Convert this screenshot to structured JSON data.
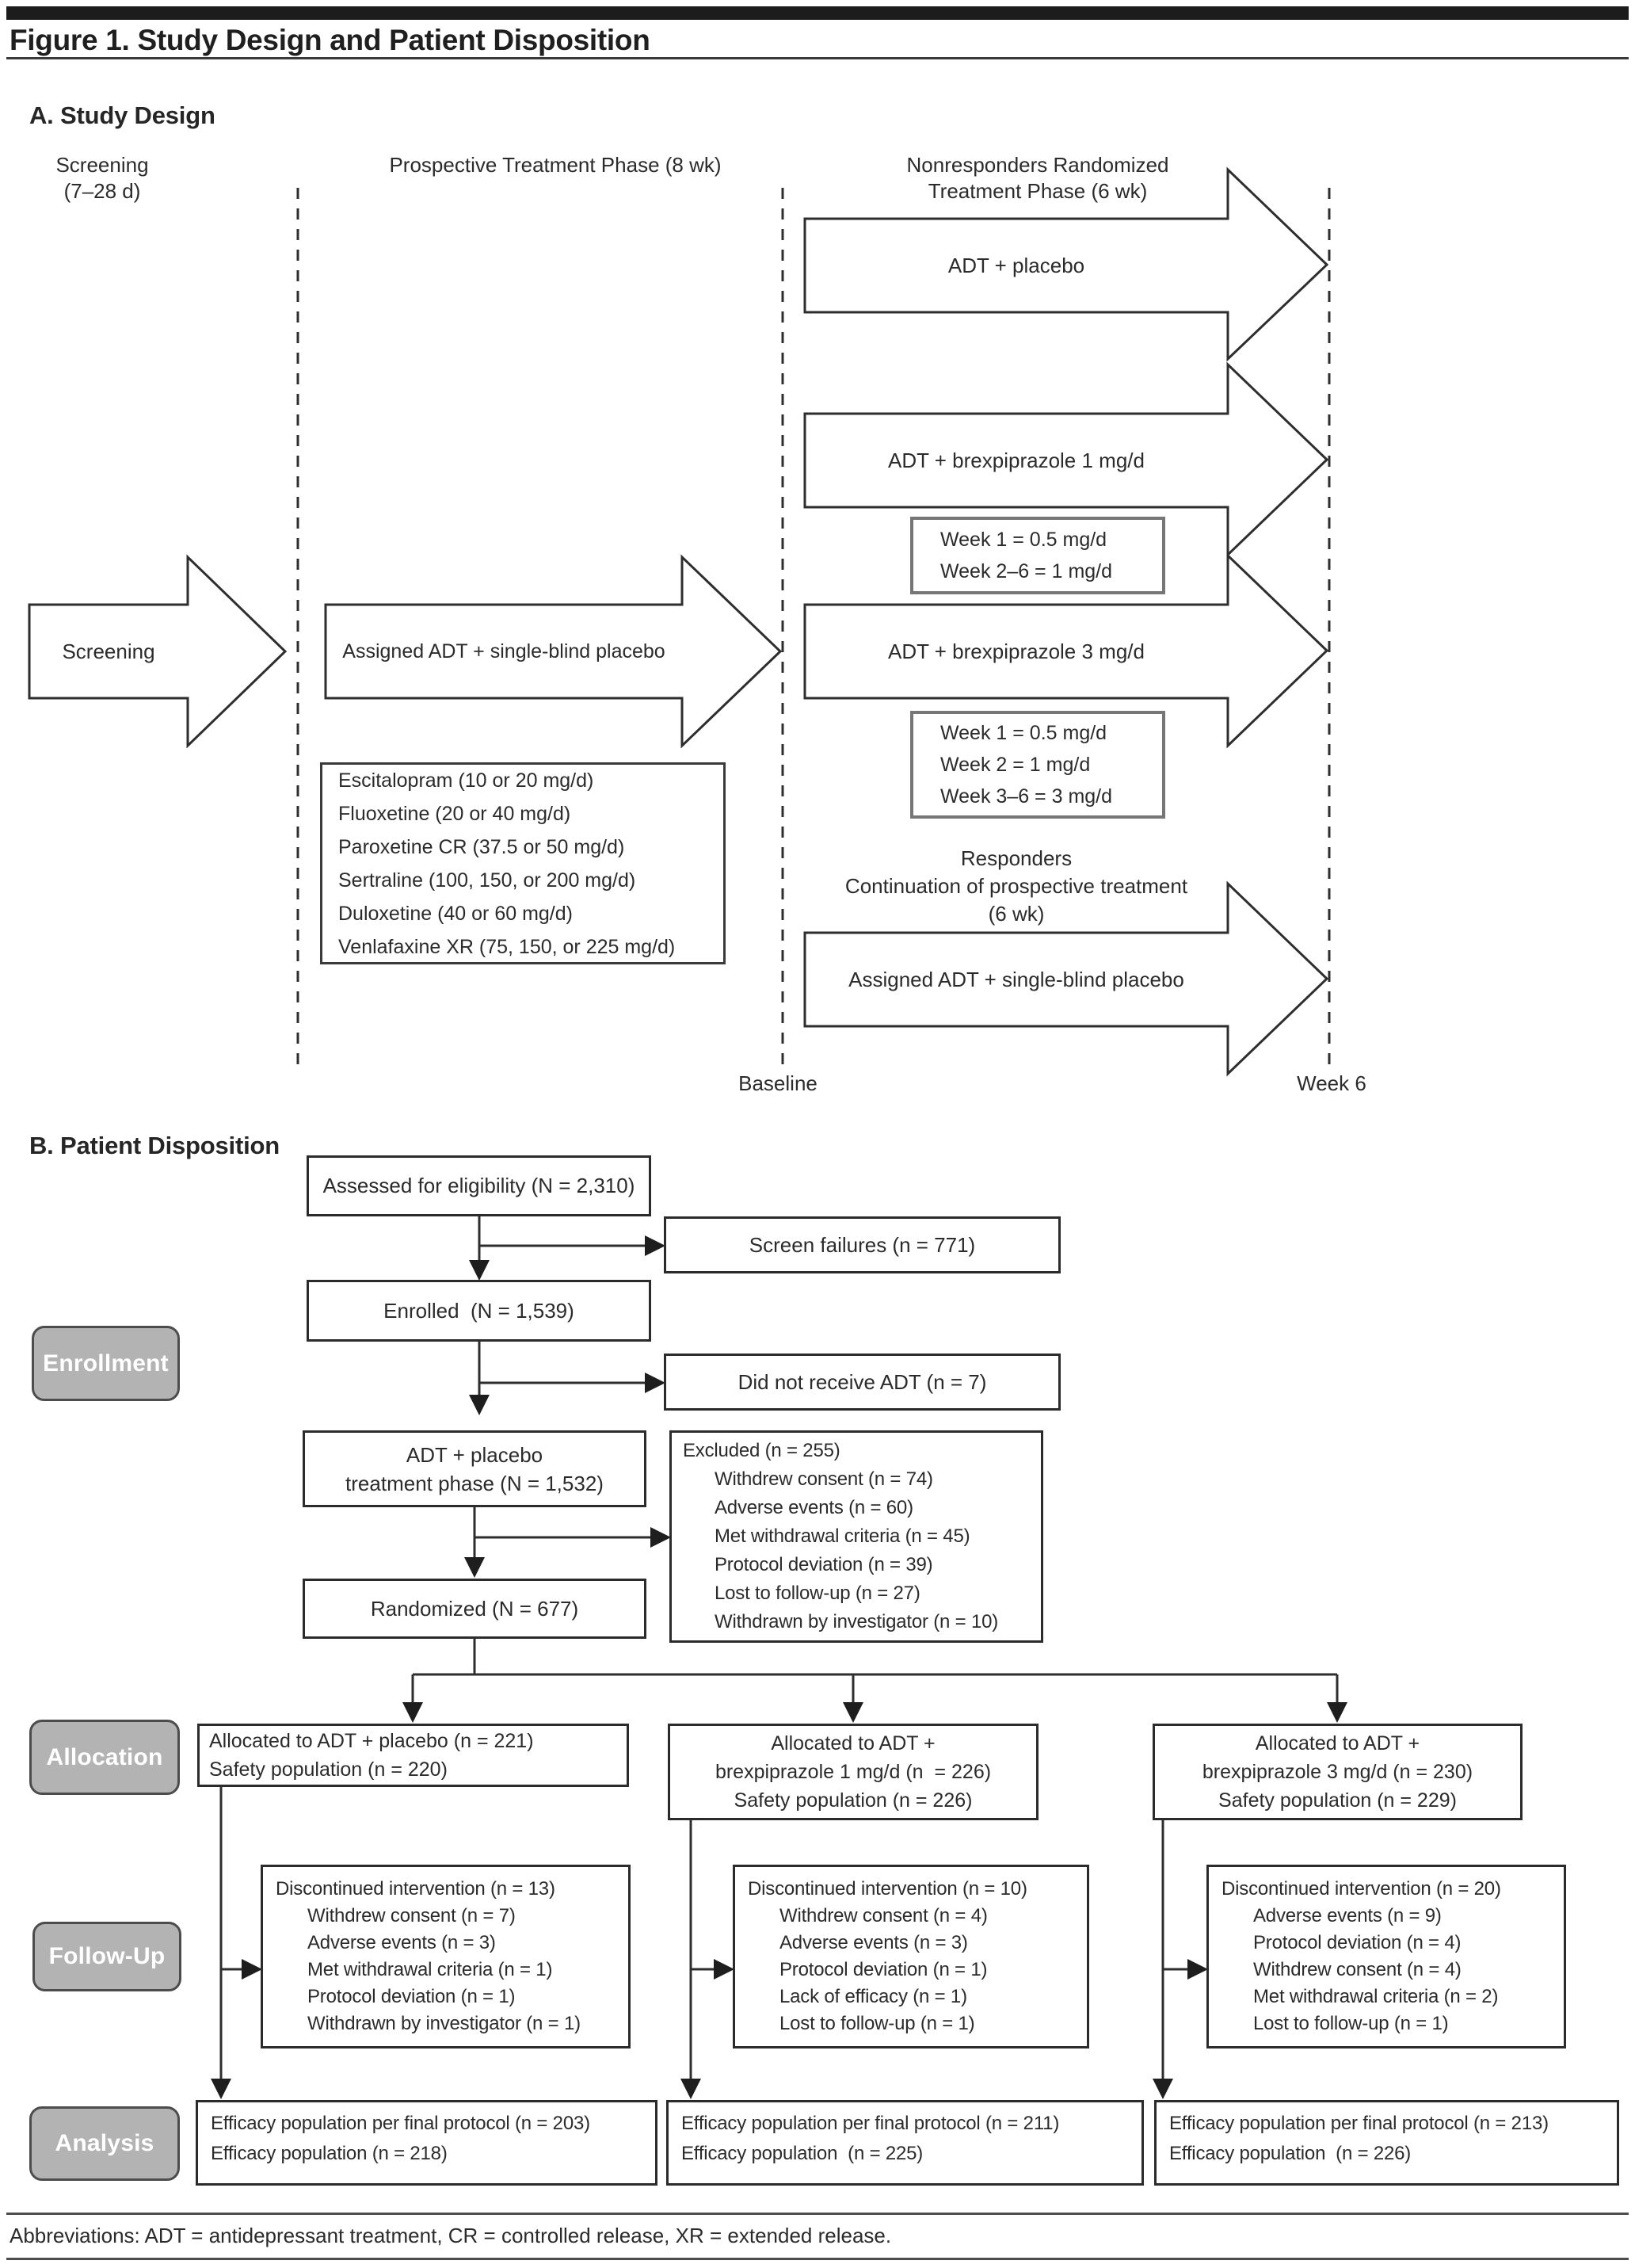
{
  "figure": {
    "title": "Figure 1. Study Design and Patient Disposition",
    "abbreviations": "Abbreviations: ADT = antidepressant treatment, CR = controlled release, XR = extended release."
  },
  "colors": {
    "stage_tag_fill": "#b3b3b3",
    "line_color": "#2e2e2e"
  },
  "section_a": {
    "title": "A. Study Design",
    "col_headers": {
      "screening_l1": "Screening",
      "screening_l2": "(7–28 d)",
      "prospective": "Prospective Treatment Phase (8 wk)",
      "nonresponders_l1": "Nonresponders Randomized",
      "nonresponders_l2": "Treatment Phase (6 wk)"
    },
    "arrows": {
      "screening": "Screening",
      "assigned": "Assigned ADT + single-blind placebo",
      "placebo": "ADT + placebo",
      "brex1": "ADT + brexpiprazole 1 mg/d",
      "brex3": "ADT + brexpiprazole 3 mg/d",
      "responders_assigned": "Assigned ADT + single-blind placebo"
    },
    "dose_box_1mg": [
      "Week 1 = 0.5 mg/d",
      "Week 2–6 = 1 mg/d"
    ],
    "dose_box_3mg": [
      "Week 1 = 0.5 mg/d",
      "Week 2 = 1 mg/d",
      "Week 3–6 = 3 mg/d"
    ],
    "adt_list": [
      "Escitalopram (10 or 20 mg/d)",
      "Fluoxetine (20 or 40 mg/d)",
      "Paroxetine CR (37.5 or 50 mg/d)",
      "Sertraline (100, 150, or 200 mg/d)",
      "Duloxetine (40 or 60 mg/d)",
      "Venlafaxine XR (75, 150, or 225 mg/d)"
    ],
    "responders_header": [
      "Responders",
      "Continuation of prospective treatment",
      "(6 wk)"
    ],
    "timeline": {
      "baseline": "Baseline",
      "week6": "Week 6"
    }
  },
  "section_b": {
    "title": "B. Patient Disposition",
    "tags": {
      "enrollment": "Enrollment",
      "allocation": "Allocation",
      "follow_up": "Follow-Up",
      "analysis": "Analysis"
    },
    "assessed": "Assessed for eligibility (N = 2,310)",
    "screen_failures": "Screen failures (n = 771)",
    "enrolled": "Enrolled  (N = 1,539)",
    "did_not_receive": "Did not receive ADT (n = 7)",
    "adt_phase": [
      "ADT + placebo",
      "treatment phase (N = 1,532)"
    ],
    "excluded": [
      "Excluded (n = 255)",
      "Withdrew consent (n = 74)",
      "Adverse events (n = 60)",
      "Met withdrawal criteria (n = 45)",
      "Protocol deviation (n = 39)",
      "Lost to follow-up (n = 27)",
      "Withdrawn by investigator (n = 10)"
    ],
    "randomized": "Randomized (N = 677)",
    "alloc1": [
      "Allocated to ADT + placebo (n = 221)",
      "Safety population (n = 220)"
    ],
    "alloc2": [
      "Allocated to ADT +",
      "brexpiprazole 1 mg/d (n  = 226)",
      "Safety population (n = 226)"
    ],
    "alloc3": [
      "Allocated to ADT +",
      "brexpiprazole 3 mg/d (n = 230)",
      "Safety population (n = 229)"
    ],
    "fu1": [
      "Discontinued intervention (n = 13)",
      "Withdrew consent (n = 7)",
      "Adverse events (n = 3)",
      "Met withdrawal criteria (n = 1)",
      "Protocol deviation (n = 1)",
      "Withdrawn by investigator (n = 1)"
    ],
    "fu2": [
      "Discontinued intervention (n = 10)",
      "Withdrew consent (n = 4)",
      "Adverse events (n = 3)",
      "Protocol deviation (n = 1)",
      "Lack of efficacy (n = 1)",
      "Lost to follow-up (n = 1)"
    ],
    "fu3": [
      "Discontinued intervention (n = 20)",
      "Adverse events (n = 9)",
      "Protocol deviation (n = 4)",
      "Withdrew consent (n = 4)",
      "Met withdrawal criteria (n = 2)",
      "Lost to follow-up (n = 1)"
    ],
    "an1": [
      "Efficacy population per final protocol (n = 203)",
      "Efficacy population (n = 218)"
    ],
    "an2": [
      "Efficacy population per final protocol (n = 211)",
      "Efficacy population  (n = 225)"
    ],
    "an3": [
      "Efficacy population per final protocol (n = 213)",
      "Efficacy population  (n = 226)"
    ]
  }
}
